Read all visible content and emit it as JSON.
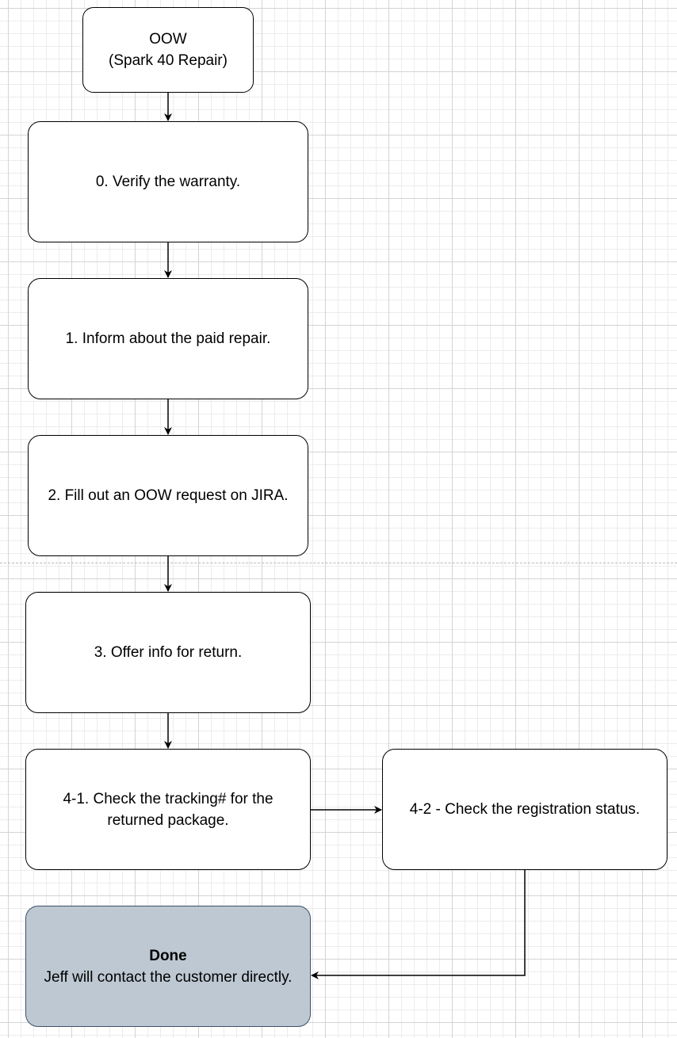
{
  "colors": {
    "node_fill": "#ffffff",
    "node_border": "#000000",
    "done_fill": "#bdc8d2",
    "done_border": "#3d5068",
    "connector": "#000000"
  },
  "nodes": {
    "start": {
      "line1": "OOW",
      "line2": "(Spark 40 Repair)"
    },
    "step0": {
      "label": "0. Verify the warranty."
    },
    "step1": {
      "label": "1. Inform about the paid repair."
    },
    "step2": {
      "label": "2. Fill out an OOW request on JIRA."
    },
    "step3": {
      "label": "3. Offer info for return."
    },
    "step41": {
      "line1": "4-1. Check the tracking# for the",
      "line2": "returned package."
    },
    "step42": {
      "label": "4-2 - Check the registration status."
    },
    "done": {
      "title": "Done",
      "label": "Jeff will contact the customer directly."
    }
  }
}
